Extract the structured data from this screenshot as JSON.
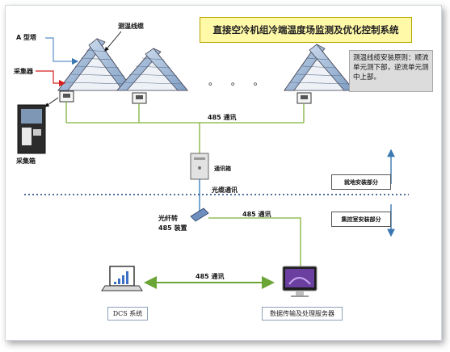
{
  "title": "直接空冷机组冷端温度场监测及优化控制系统",
  "note": "测温线缆安装原则：顺流单元测下部，逆流单元测中上部。",
  "labels": {
    "a_tower": "A 型塔",
    "cable": "测温线缆",
    "collector": "采集器",
    "collector_box": "采集箱",
    "ellipsis": "。  。  。",
    "comm_485_top": "485 通讯",
    "comm_box": "通讯箱",
    "fiber_comm": "光缆通讯",
    "fiber_device_line1": "光纤转",
    "fiber_device_line2": "485 装置",
    "comm_485_mid": "485 通讯",
    "comm_485_bottom": "485 通讯",
    "onsite": "就地安装部分",
    "control_room": "集控室安装部分",
    "dcs": "DCS 系统",
    "server": "数据传输及处理服务器"
  },
  "colors": {
    "title_bg": "#fff9a8",
    "line_green": "#7fb23a",
    "line_blue": "#2f78b8",
    "arrow_red": "#d81e1e",
    "dashed": "#1a3a7a"
  }
}
